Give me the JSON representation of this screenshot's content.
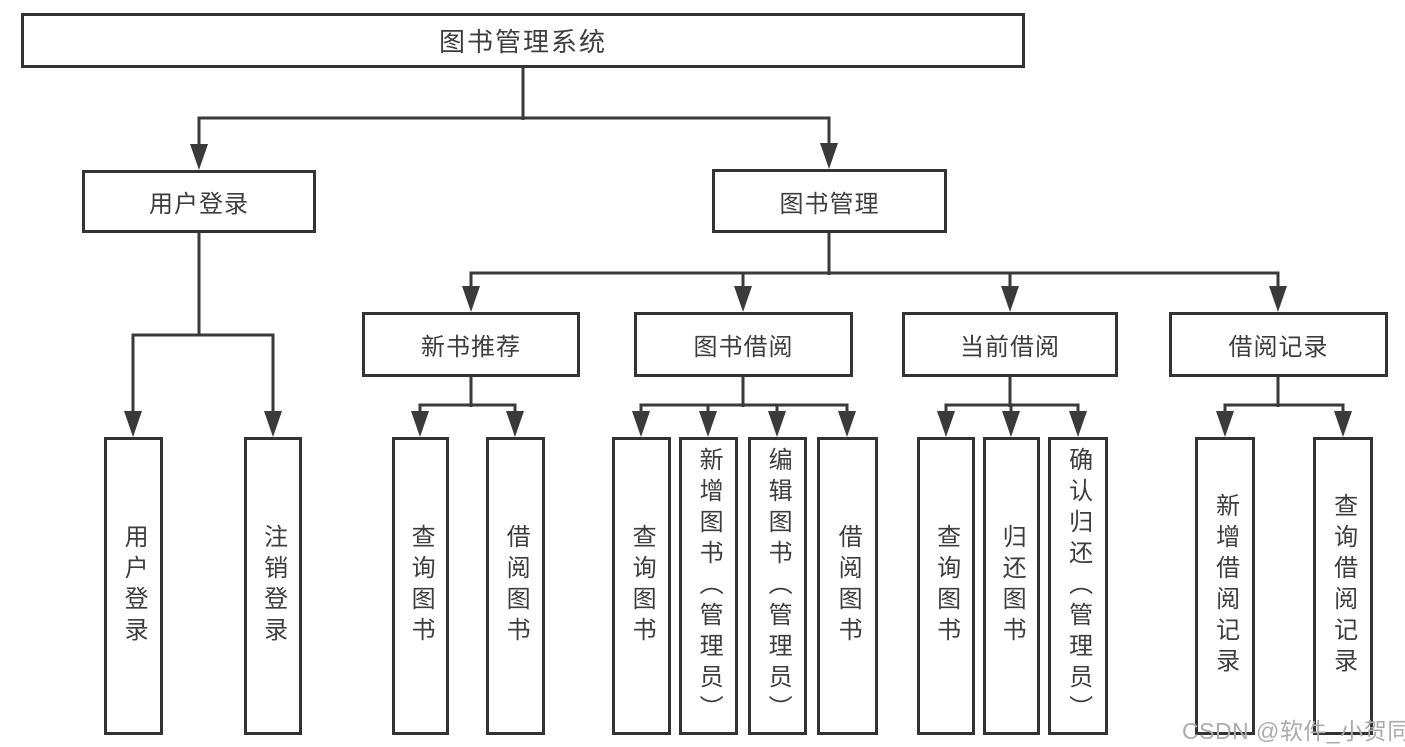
{
  "tree": {
    "root_label": "图书管理系统",
    "branch_user": {
      "label": "用户登录",
      "children": [
        {
          "label": "用户登录"
        },
        {
          "label": "注销登录"
        }
      ]
    },
    "branch_books": {
      "label": "图书管理",
      "groups": [
        {
          "label": "新书推荐",
          "children": [
            {
              "label": "查询图书"
            },
            {
              "label": "借阅图书"
            }
          ]
        },
        {
          "label": "图书借阅",
          "children": [
            {
              "label": "查询图书"
            },
            {
              "label": "新增图书（管理员）"
            },
            {
              "label": "编辑图书（管理员）"
            },
            {
              "label": "借阅图书"
            }
          ]
        },
        {
          "label": "当前借阅",
          "children": [
            {
              "label": "查询图书"
            },
            {
              "label": "归还图书"
            },
            {
              "label": "确认归还（管理员）"
            }
          ]
        },
        {
          "label": "借阅记录",
          "children": [
            {
              "label": "新增借阅记录"
            },
            {
              "label": "查询借阅记录"
            }
          ]
        }
      ]
    }
  },
  "watermark": {
    "text": "CSDN @软件_小贺同学"
  },
  "colors": {
    "line": "#3a3a3a",
    "border": "#333333",
    "text": "#3d3d3d",
    "watermark": "#ababab",
    "bg": "#ffffff"
  }
}
